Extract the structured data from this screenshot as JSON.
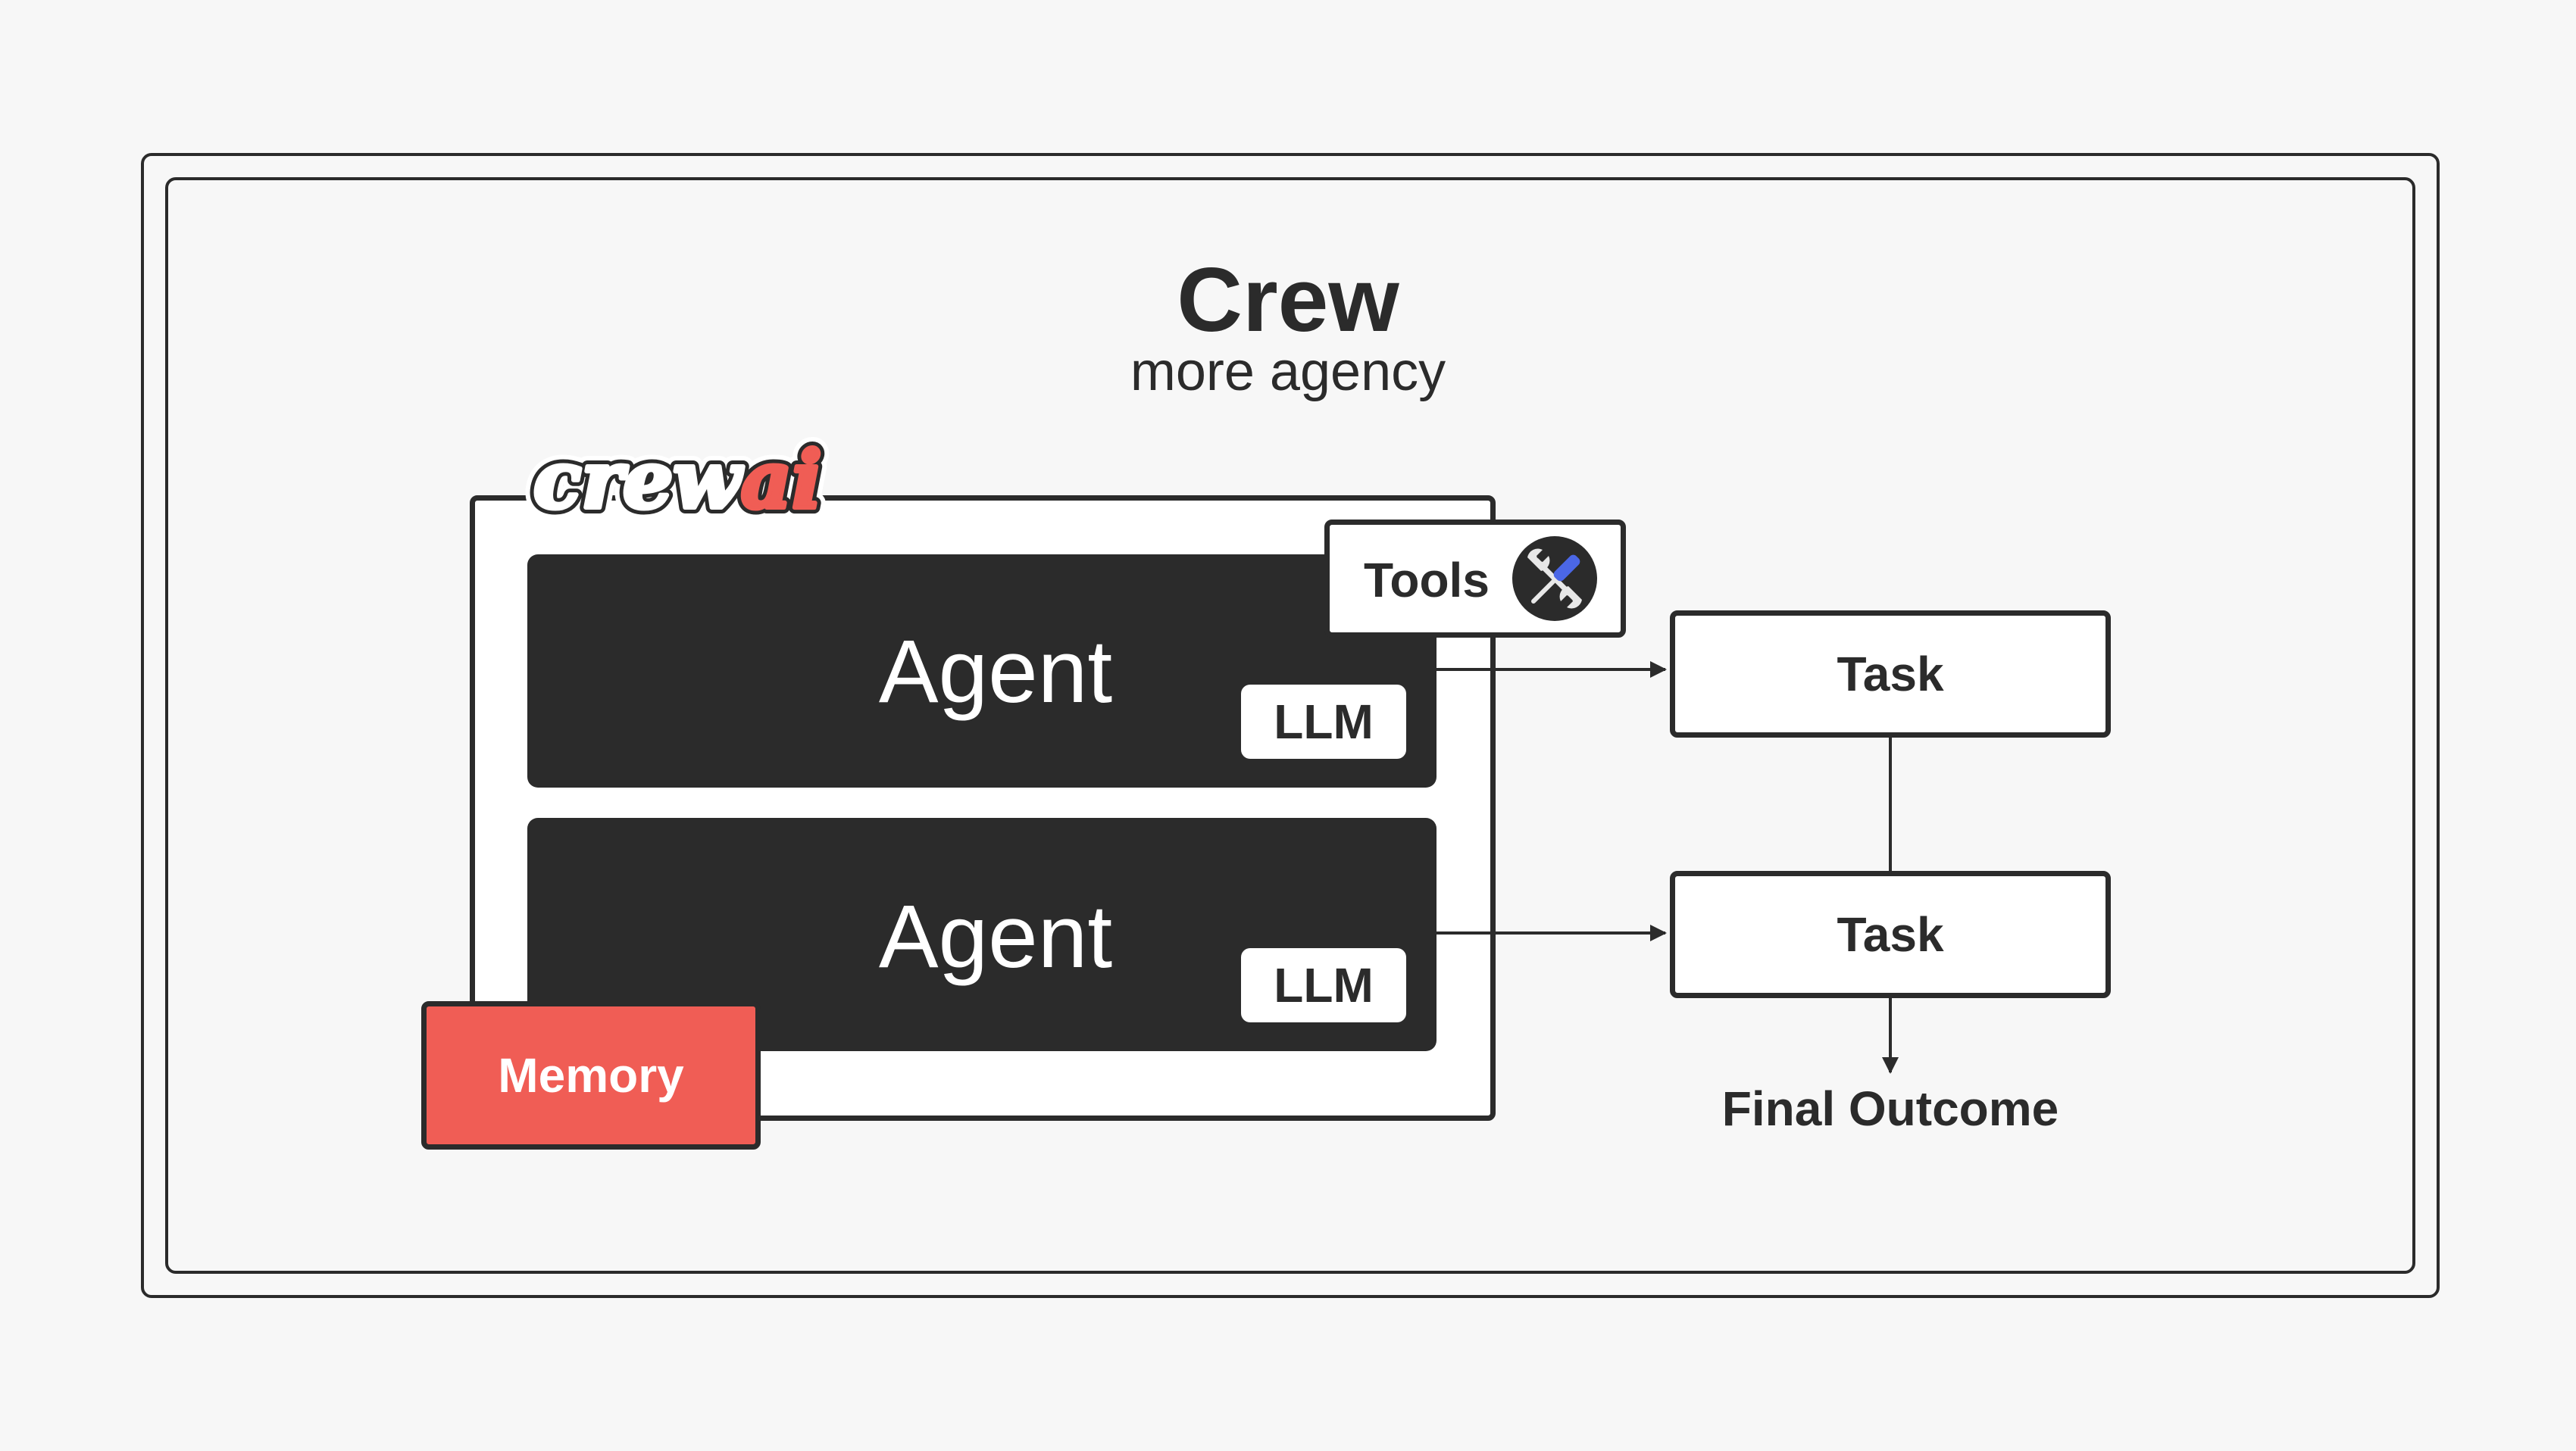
{
  "diagram": {
    "title": "Crew",
    "subtitle": "more agency",
    "logo_text": "crewai",
    "agents": [
      {
        "label": "Agent",
        "llm_label": "LLM"
      },
      {
        "label": "Agent",
        "llm_label": "LLM"
      }
    ],
    "tools_label": "Tools",
    "memory_label": "Memory",
    "tasks": [
      {
        "label": "Task"
      },
      {
        "label": "Task"
      }
    ],
    "outcome_label": "Final Outcome"
  },
  "colors": {
    "background": "#f7f7f7",
    "dark": "#2b2b2b",
    "memory": "#f05d55",
    "tool_accent": "#4b67e6",
    "white": "#ffffff"
  }
}
